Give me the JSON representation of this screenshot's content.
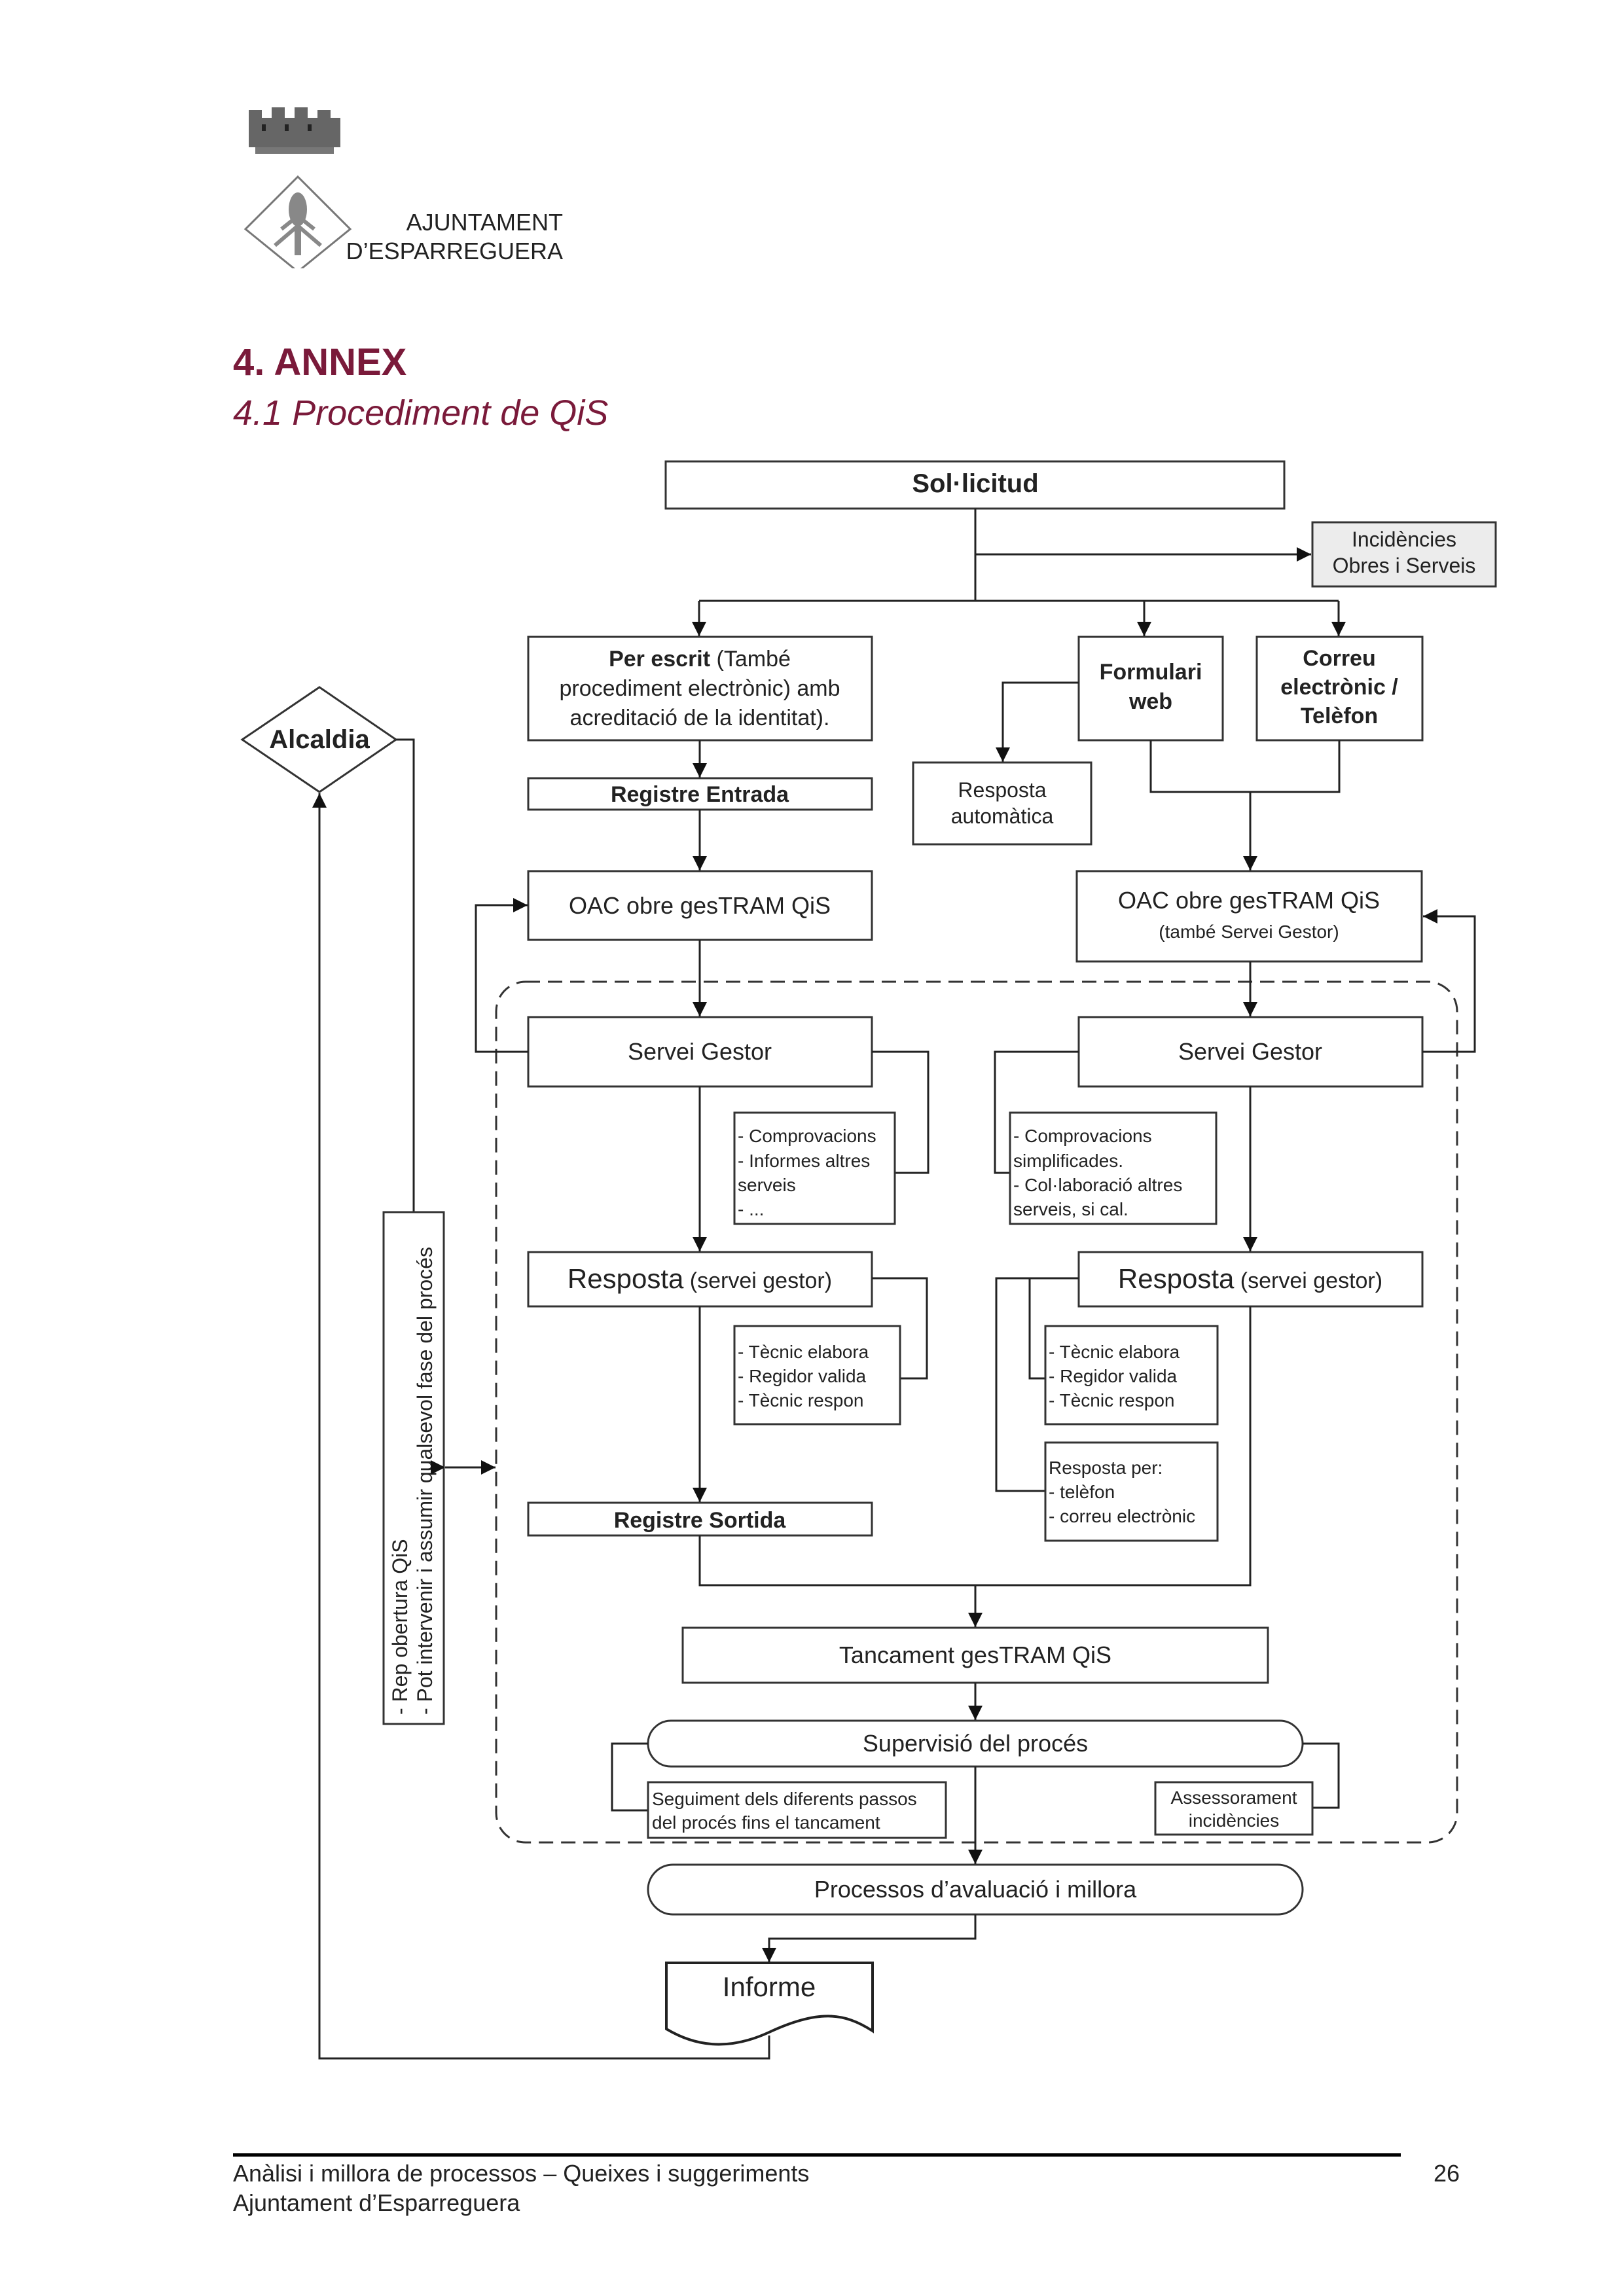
{
  "header": {
    "org_line1": "AJUNTAMENT",
    "org_line2": "D’ESPARREGUERA",
    "section_title": "4. ANNEX",
    "subsection_title": "4.1 Procediment de QiS"
  },
  "colors": {
    "heading": "#7a1a3a",
    "shaded_box": "#ececec"
  },
  "diagram": {
    "solicitud": "Sol·licitud",
    "incidencies": [
      "Incidències",
      "Obres i Serveis"
    ],
    "per_escrit": {
      "bold": "Per escrit",
      "rest1": " (També",
      "line2": "procediment electrònic) amb",
      "line3": "acreditació de la identitat)."
    },
    "formulari": [
      "Formulari",
      "web"
    ],
    "correu": [
      "Correu",
      "electrònic /",
      "Telèfon"
    ],
    "resposta_auto": [
      "Resposta",
      "automàtica"
    ],
    "alcaldia": "Alcaldia",
    "registre_entrada": "Registre Entrada",
    "oac_left": "OAC obre gesTRAM QiS",
    "oac_right": [
      "OAC obre gesTRAM QiS",
      "(també Servei Gestor)"
    ],
    "servei_gestor_left": "Servei Gestor",
    "servei_gestor_right": "Servei Gestor",
    "notes_left_1": [
      "- Comprovacions",
      "- Informes altres",
      "serveis",
      "- ..."
    ],
    "notes_right_1": [
      "- Comprovacions",
      "simplificades.",
      "- Col·laboració altres",
      "serveis, si cal."
    ],
    "resposta_left": {
      "main": "Resposta",
      "sub": " (servei gestor)"
    },
    "resposta_right": {
      "main": "Resposta",
      "sub": " (servei gestor)"
    },
    "notes_left_2": [
      "- Tècnic elabora",
      "- Regidor valida",
      "- Tècnic respon"
    ],
    "notes_right_2": [
      "- Tècnic elabora",
      "- Regidor valida",
      "- Tècnic respon"
    ],
    "notes_right_3": [
      "Resposta per:",
      "- telèfon",
      "- correu electrònic"
    ],
    "registre_sortida": "Registre Sortida",
    "alcaldia_notes": [
      "- Rep obertura QiS",
      "- Pot intervenir i assumir qualsevol fase del procés"
    ],
    "tancament": "Tancament gesTRAM QiS",
    "supervisio": "Supervisió del procés",
    "seguiment": [
      "Seguiment dels diferents passos",
      "del procés fins el tancament"
    ],
    "assessorament": [
      "Assessorament",
      "incidències"
    ],
    "processos": "Processos d’avaluació i millora",
    "informe": "Informe"
  },
  "footer": {
    "line1": "Anàlisi i millora de processos – Queixes i suggeriments",
    "line2": "Ajuntament d’Esparreguera",
    "page_number": "26"
  }
}
